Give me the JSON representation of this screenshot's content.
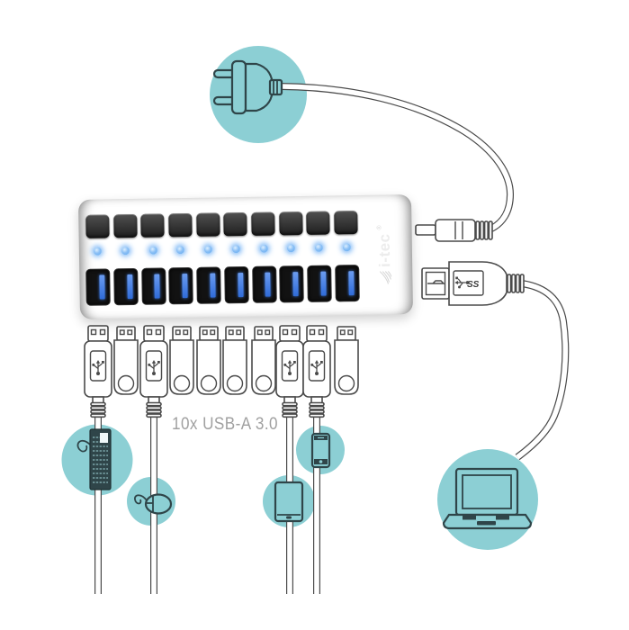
{
  "illustration": {
    "caption": "10x USB-A 3.0",
    "hub": {
      "brand": "i-tec",
      "reg_mark": "®",
      "button_count": 10,
      "led_count": 10,
      "port_count": 10
    },
    "connectors": [
      "cable",
      "flash",
      "cable",
      "flash",
      "flash",
      "flash",
      "flash",
      "cable",
      "cable",
      "flash"
    ],
    "usb_b_plug": {
      "label": "SS"
    },
    "badges": [
      "power-plug",
      "keyboard",
      "mouse",
      "tablet",
      "smartphone",
      "laptop"
    ],
    "colors": {
      "teal": "#8ccfd4",
      "line": "#4a4a4a",
      "icon_stroke": "#2f4549",
      "caption_text": "#a0a0a0",
      "led_blue": "#6fb1f2",
      "port_blue": "#2f6bd8"
    }
  }
}
